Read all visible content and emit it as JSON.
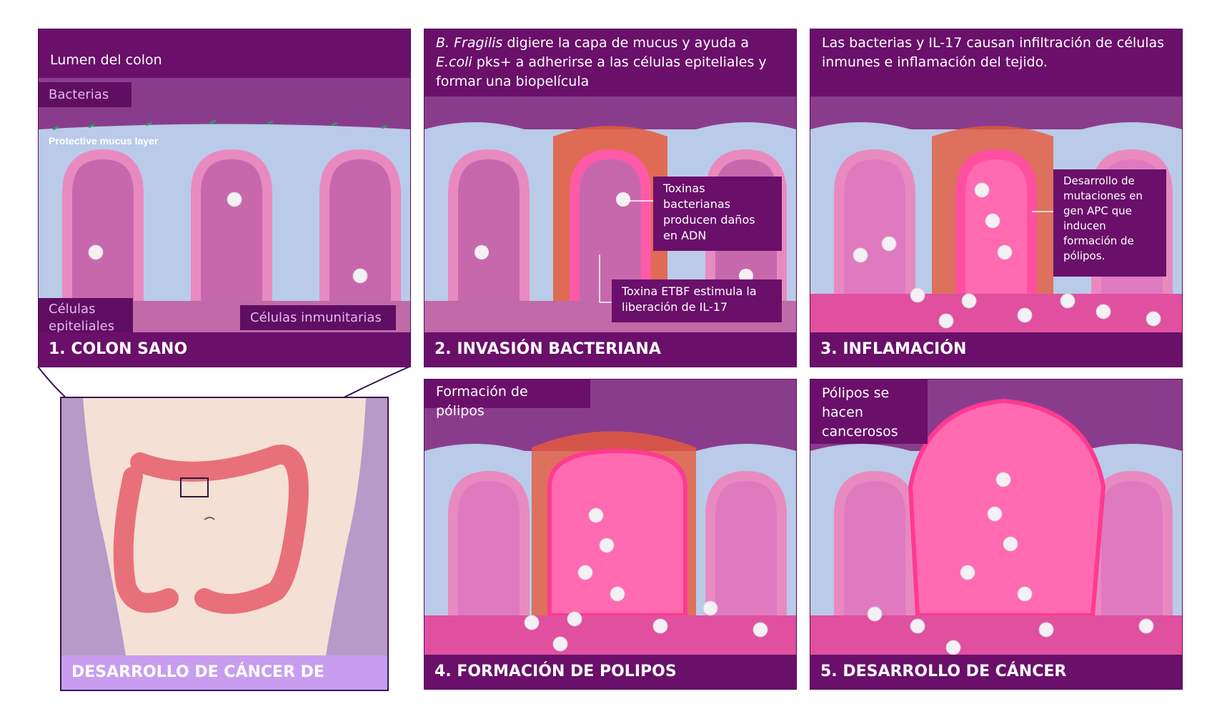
{
  "panels": {
    "p1": {
      "header": "Lumen del colon",
      "footer": "1. COLON SANO",
      "labels": {
        "bacterias": "Bacterias",
        "mucus": "Protective mucus layer",
        "epiteliales": "Células epiteliales",
        "inmunitarias": "Células inmunitarias"
      }
    },
    "p2": {
      "header_part1": "B. Fragilis",
      "header_part2": " digiere la capa de mucus y ayuda a ",
      "header_part3": "E.coli",
      "header_part4": " pks+ a adherirse a las células epiteliales y formar una biopelícula",
      "footer": "2. INVASIÓN BACTERIANA",
      "callout_toxinas": "Toxinas bacterianas producen daños en ADN",
      "callout_etbf": "Toxina ETBF estimula la liberación de IL-17"
    },
    "p3": {
      "header": "Las bacterias y IL-17 causan infiltración de células inmunes e inflamación del tejido.",
      "footer": "3. INFLAMACIÓN",
      "callout": "Desarrollo de mutaciones en gen APC que inducen formación de pólipos."
    },
    "p4": {
      "header": "Formación de pólipos",
      "footer": "4. FORMACIÓN DE POLIPOS"
    },
    "p5": {
      "header": "Pólipos se hacen cancerosos",
      "footer": "5. DESARROLLO DE CÁNCER"
    }
  },
  "body_panel": {
    "footer": "DESARROLLO DE CÁNCER DE COLON"
  },
  "colors": {
    "banner": "#6a0f6a",
    "tissue_purple": "#8a3c8c",
    "mucus_blue": "#b9cbe8",
    "epithelium_pink": "#e88ac0",
    "inflamed_pink": "#ff4fa0",
    "body_footer": "#c89df0"
  }
}
